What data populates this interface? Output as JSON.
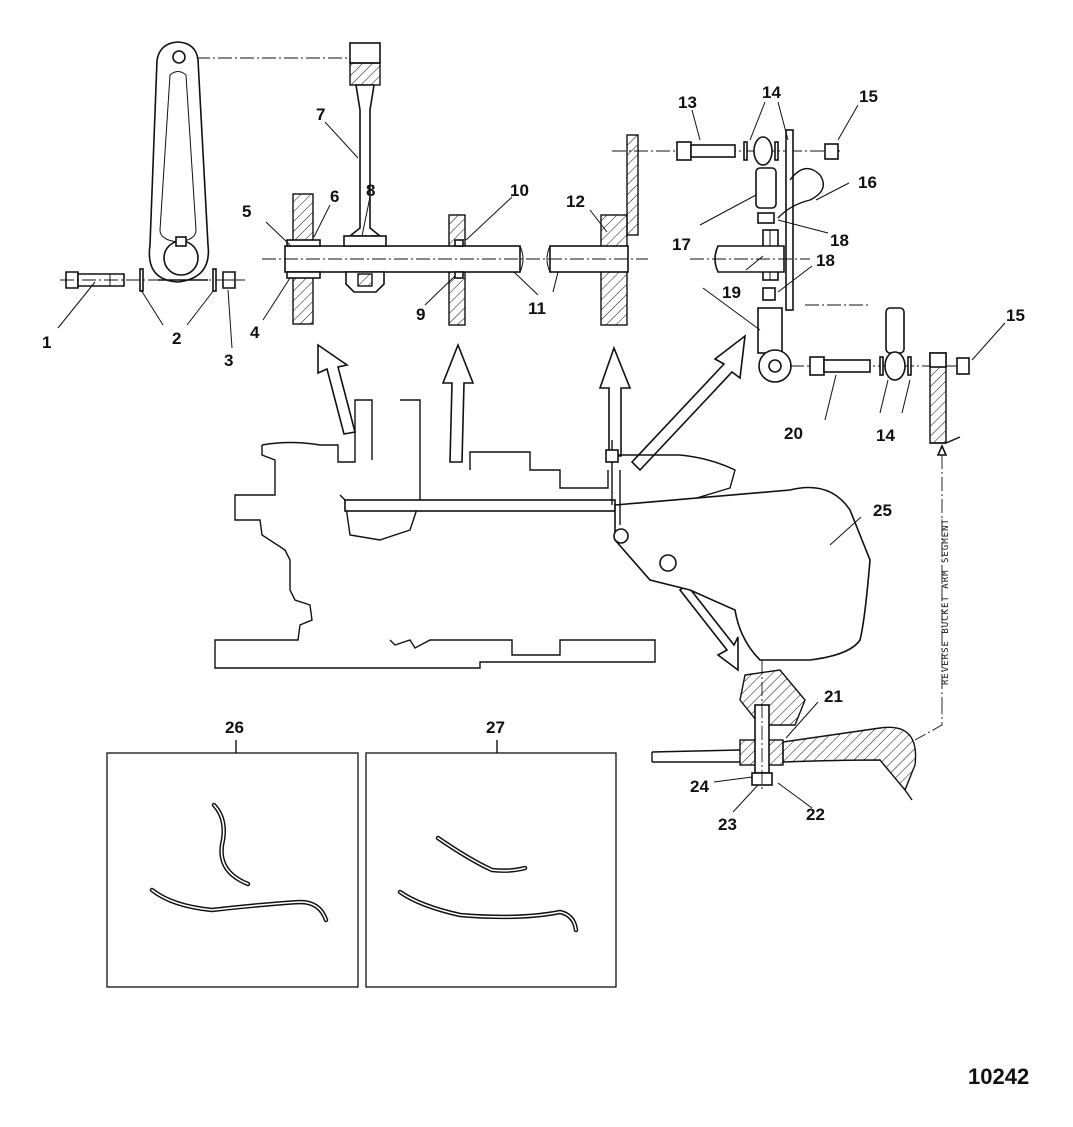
{
  "figure_number": "10242",
  "side_label": "REVERSE BUCKET ARM SEGMENT",
  "callouts": [
    {
      "id": "c1",
      "text": "1"
    },
    {
      "id": "c2",
      "text": "2"
    },
    {
      "id": "c3",
      "text": "3"
    },
    {
      "id": "c4",
      "text": "4"
    },
    {
      "id": "c5",
      "text": "5"
    },
    {
      "id": "c6",
      "text": "6"
    },
    {
      "id": "c7",
      "text": "7"
    },
    {
      "id": "c8",
      "text": "8"
    },
    {
      "id": "c9",
      "text": "9"
    },
    {
      "id": "c10",
      "text": "10"
    },
    {
      "id": "c11",
      "text": "11"
    },
    {
      "id": "c12",
      "text": "12"
    },
    {
      "id": "c13",
      "text": "13"
    },
    {
      "id": "c14a",
      "text": "14"
    },
    {
      "id": "c14b",
      "text": "14"
    },
    {
      "id": "c15a",
      "text": "15"
    },
    {
      "id": "c15b",
      "text": "15"
    },
    {
      "id": "c16",
      "text": "16"
    },
    {
      "id": "c17a",
      "text": "17"
    },
    {
      "id": "c17b",
      "text": "17"
    },
    {
      "id": "c18a",
      "text": "18"
    },
    {
      "id": "c18b",
      "text": "18"
    },
    {
      "id": "c19",
      "text": "19"
    },
    {
      "id": "c20",
      "text": "20"
    },
    {
      "id": "c21",
      "text": "21"
    },
    {
      "id": "c22",
      "text": "22"
    },
    {
      "id": "c23",
      "text": "23"
    },
    {
      "id": "c24",
      "text": "24"
    },
    {
      "id": "c25",
      "text": "25"
    },
    {
      "id": "c26",
      "text": "26"
    },
    {
      "id": "c27",
      "text": "27"
    }
  ]
}
